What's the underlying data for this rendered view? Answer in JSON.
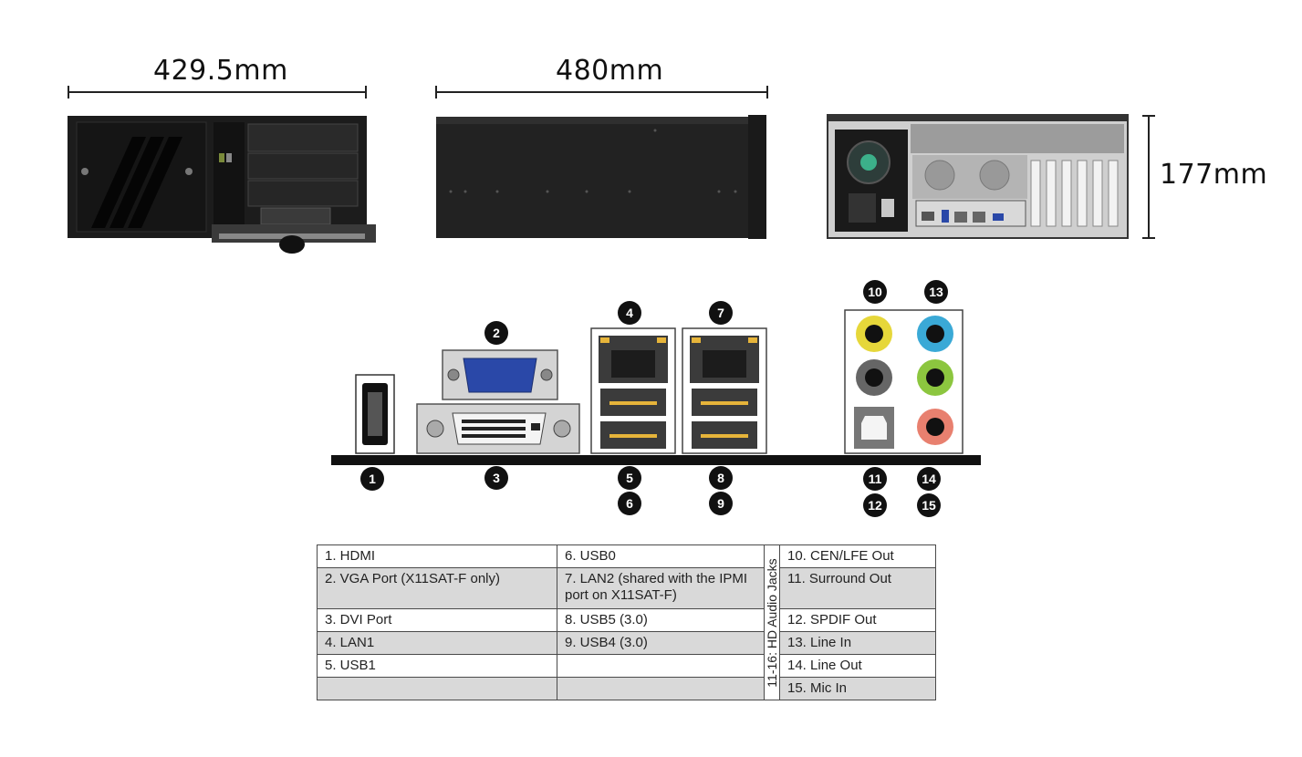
{
  "dimensions": {
    "front_width": "429.5mm",
    "side_depth": "480mm",
    "back_height": "177mm"
  },
  "callouts": [
    "1",
    "2",
    "3",
    "4",
    "5",
    "6",
    "7",
    "8",
    "9",
    "10",
    "11",
    "12",
    "13",
    "14",
    "15"
  ],
  "legend": {
    "audio_group_label": "11-16: HD Audio Jacks",
    "rows": [
      {
        "a": "1. HDMI",
        "b": "6. USB0",
        "c": "10. CEN/LFE Out"
      },
      {
        "a": "2. VGA Port (X11SAT-F only)",
        "b": "7. LAN2 (shared with the IPMI port on X11SAT-F)",
        "c": "11. Surround Out"
      },
      {
        "a": "3. DVI Port",
        "b": "8. USB5 (3.0)",
        "c": "12. SPDIF Out"
      },
      {
        "a": "4. LAN1",
        "b": "9. USB4 (3.0)",
        "c": "13. Line In"
      },
      {
        "a": "5. USB1",
        "b": "",
        "c": "14. Line Out"
      },
      {
        "a": "",
        "b": "",
        "c": "15. Mic In"
      }
    ]
  },
  "colors": {
    "chassis": "#1c1c1c",
    "vga_blue": "#2a48a8",
    "audio_yellow": "#e6d73a",
    "audio_blue": "#3aa9d6",
    "audio_green": "#8cc63f",
    "audio_pink": "#e8806f",
    "table_shade": "#d9d9d9"
  }
}
